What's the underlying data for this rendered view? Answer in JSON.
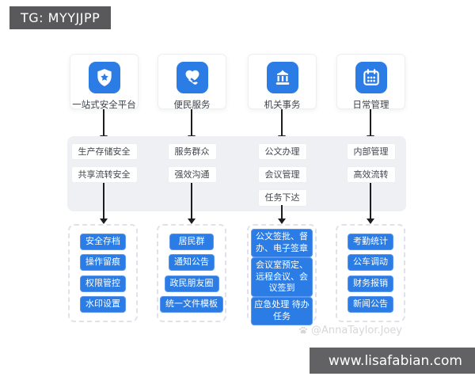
{
  "badge": {
    "label": "TG: MYYJJPP"
  },
  "colors": {
    "accent_blue": "#2b7ce4",
    "badge_gray": "#59595b",
    "footer_gray": "#626264",
    "band_gray": "#eef0f3",
    "line_black": "#1d1d1f"
  },
  "columns": [
    {
      "title": "一站式安全平台",
      "icon": "shield-star-icon",
      "mid_items": [
        "生产存储安全",
        "共享流转安全"
      ],
      "features": [
        "安全存档",
        "操作留痕",
        "权限管控",
        "水印设置"
      ]
    },
    {
      "title": "便民服务",
      "icon": "heart-hand-icon",
      "mid_items": [
        "服务群众",
        "强效沟通"
      ],
      "features": [
        "居民群",
        "通知公告",
        "政民朋友圈",
        "统一文件模板"
      ]
    },
    {
      "title": "机关事务",
      "icon": "government-building-icon",
      "mid_items": [
        "公文办理",
        "会议管理",
        "任务下达"
      ],
      "features": [
        "公文签批、督办、电子签章",
        "会议室预定、远程会议、会议签到",
        "应急处理 待办任务"
      ]
    },
    {
      "title": "日常管理",
      "icon": "calendar-icon",
      "mid_items": [
        "内部管理",
        "高效流转"
      ],
      "features": [
        "考勤统计",
        "公车调动",
        "财务报销",
        "新闻公告"
      ]
    }
  ],
  "watermark": {
    "handle": "@AnnaTaylor.Joey",
    "icon": "paw-icon"
  },
  "footer": {
    "url": "www.lisafabian.com"
  }
}
